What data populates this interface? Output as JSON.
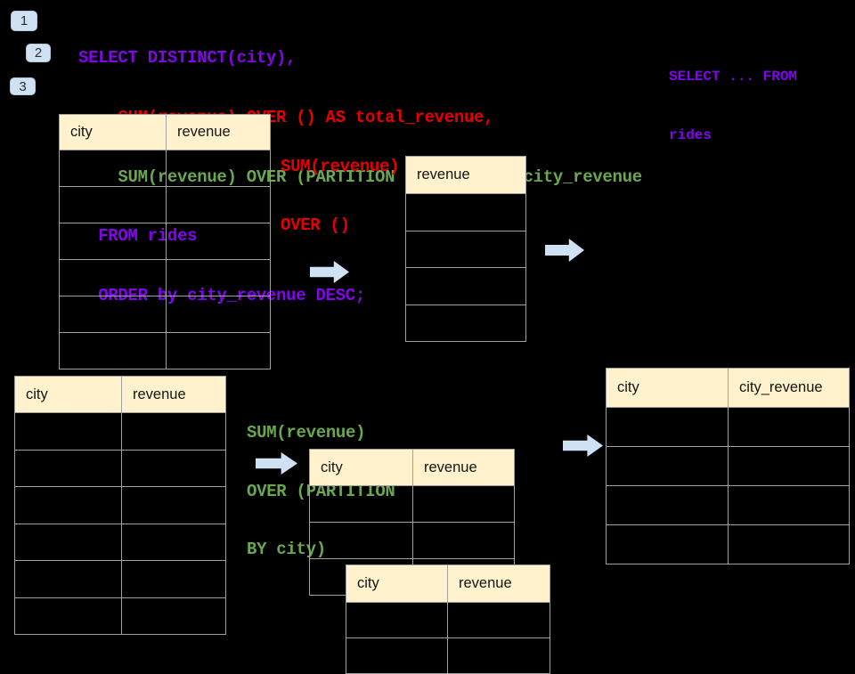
{
  "badges": {
    "b1": "1",
    "b2": "2",
    "b3": "3"
  },
  "sql": {
    "lines": {
      "l1": "SELECT DISTINCT(city),",
      "l2": "    SUM(revenue) OVER () AS total_revenue,",
      "l3": "    SUM(revenue) OVER (PARTITION BY city) as city_revenue",
      "l4": "  FROM rides",
      "l5": "  ORDER by city_revenue DESC;"
    }
  },
  "side_note": {
    "line1": "SELECT ... FROM",
    "line2": "rides"
  },
  "annotations": {
    "total_note": {
      "line1": "SUM(revenue)",
      "line2": "OVER ()"
    },
    "partition_note": {
      "line1": "SUM(revenue)",
      "line2": "OVER (PARTITION",
      "line3": "BY city)"
    }
  },
  "tables": {
    "source_top": {
      "columns": [
        "city",
        "revenue"
      ],
      "row_count": 6
    },
    "total_result": {
      "columns": [
        "revenue"
      ],
      "row_count": 4
    },
    "source_bottom": {
      "columns": [
        "city",
        "revenue"
      ],
      "row_count": 6
    },
    "partition_mid": {
      "columns": [
        "city",
        "revenue"
      ],
      "row_count": 3
    },
    "partition_overlay": {
      "columns": [
        "city",
        "revenue"
      ],
      "row_count": 2
    },
    "city_revenue_result": {
      "columns": [
        "city",
        "city_revenue"
      ],
      "row_count": 4
    }
  },
  "colors": {
    "background": "#000000",
    "sql_purple": "#8205EC",
    "sql_red": "#E80000",
    "sql_green": "#6AA84F",
    "table_header_bg": "#FFF2CC",
    "table_border": "#A0A0A0",
    "arrow_fill": "#CFE2F3",
    "badge_bg": "#CFE2F3"
  }
}
